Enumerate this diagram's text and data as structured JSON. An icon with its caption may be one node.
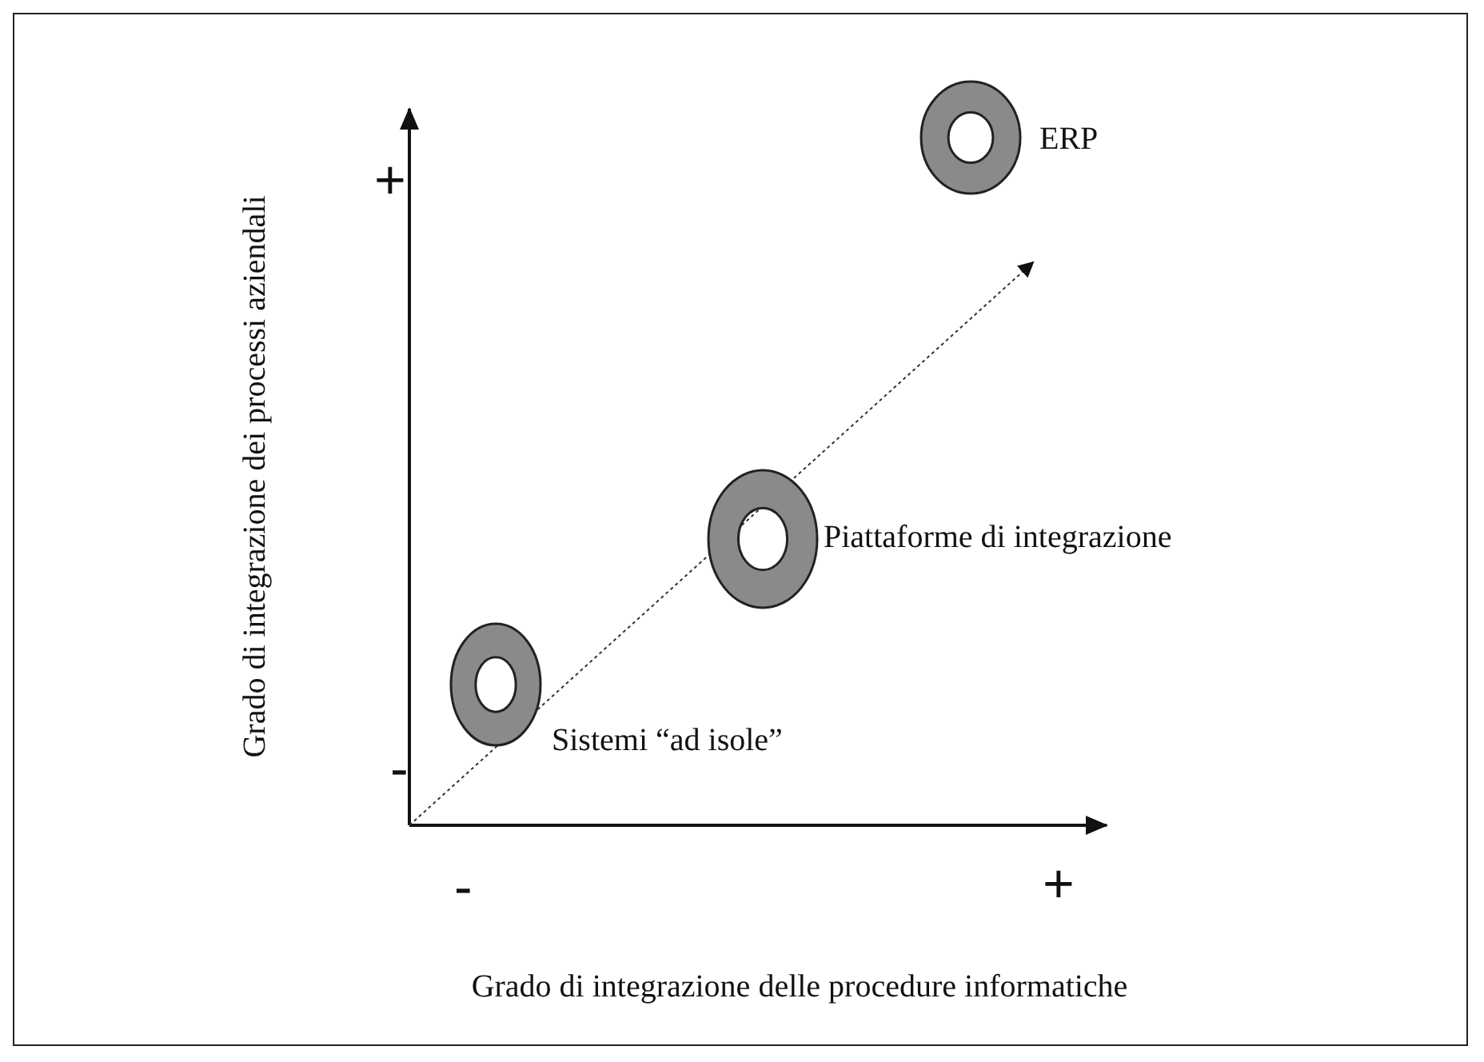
{
  "diagram": {
    "nodes": [
      {
        "text": [],
        "shape": "ring",
        "beside": [
          "Sistemi “ad isole”"
        ]
      },
      {
        "text": [],
        "shape": "ring",
        "beside": [
          "Piattaforme di integrazione"
        ]
      },
      {
        "text": [],
        "shape": "ring",
        "beside": [
          "ERP"
        ]
      }
    ],
    "labels": [
      "Grado di integrazione dei processi aziendali",
      "+",
      "-",
      "-",
      "+",
      "Grado di integrazione delle procedure informatiche"
    ]
  }
}
